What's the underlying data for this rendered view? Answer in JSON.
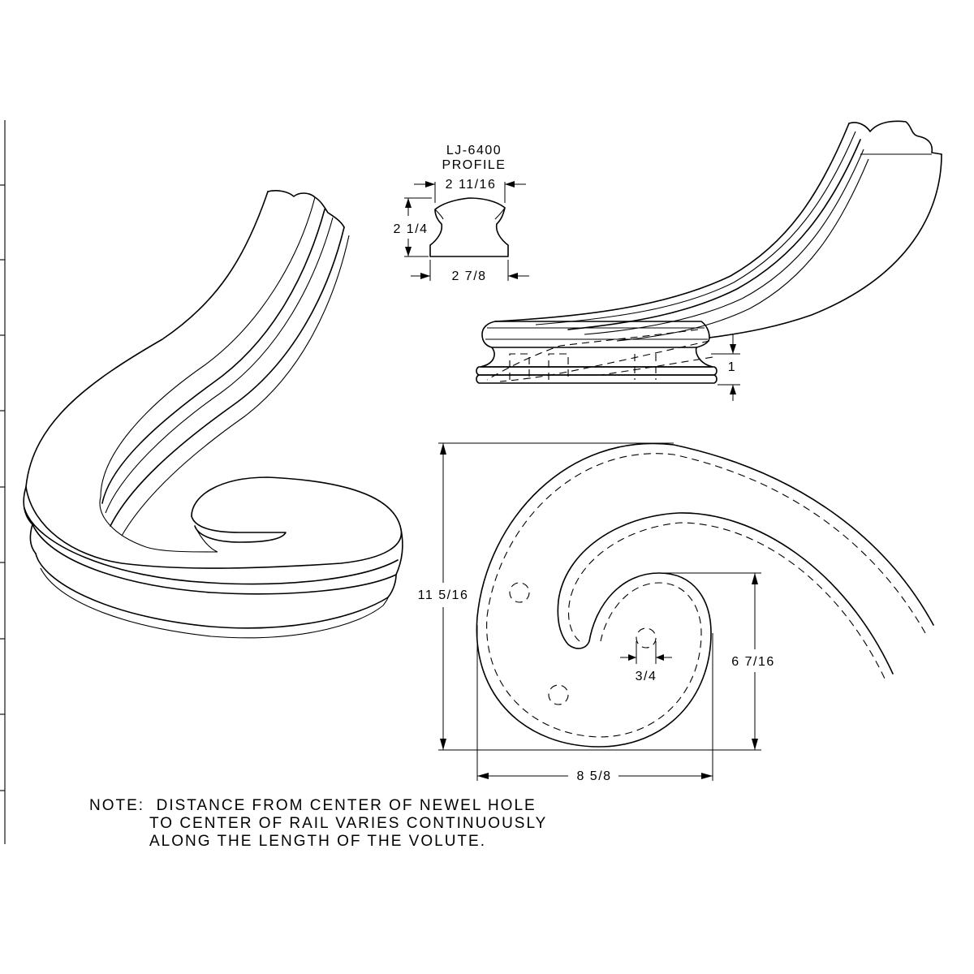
{
  "profile": {
    "title_line1": "LJ-6400",
    "title_line2": "PROFILE",
    "dim_top_width": "2 11/16",
    "dim_height": "2 1/4",
    "dim_bottom_width": "2 7/8"
  },
  "elevation": {
    "dim_riser": "1"
  },
  "plan": {
    "dim_overall_height": "11 5/16",
    "dim_overall_width": "8 5/8",
    "dim_scroll_height": "6 7/16",
    "dim_newel_hole": "3/4"
  },
  "note": {
    "line1": "NOTE:  DISTANCE FROM CENTER OF NEWEL HOLE",
    "line2": "TO CENTER OF RAIL VARIES CONTINUOUSLY",
    "line3": "ALONG THE LENGTH OF THE VOLUTE."
  }
}
